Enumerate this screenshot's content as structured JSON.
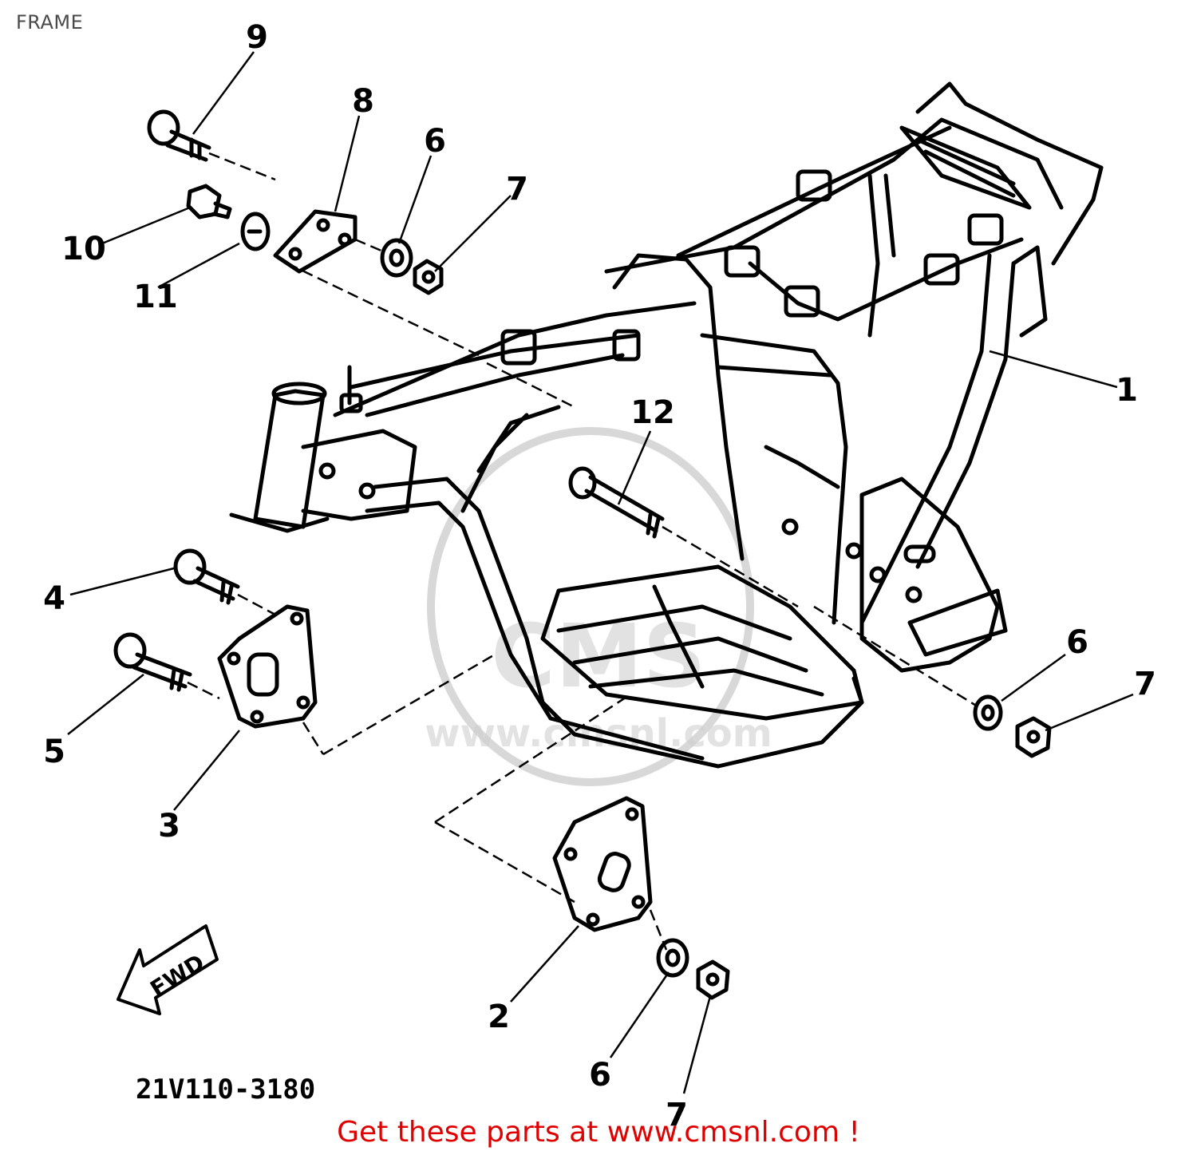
{
  "page": {
    "title": "FRAME"
  },
  "diagram": {
    "drawing_code": "21V110-3180",
    "fwd_label": "FWD",
    "watermark_text": "www.cmsnl.com",
    "watermark_logo_text": "CMS",
    "callouts": [
      "1",
      "12",
      "9",
      "8",
      "6",
      "7",
      "10",
      "11",
      "4",
      "5",
      "3",
      "6",
      "7",
      "2",
      "6",
      "7"
    ]
  },
  "footer": {
    "text": "Get these parts at www.cmsnl.com !"
  }
}
